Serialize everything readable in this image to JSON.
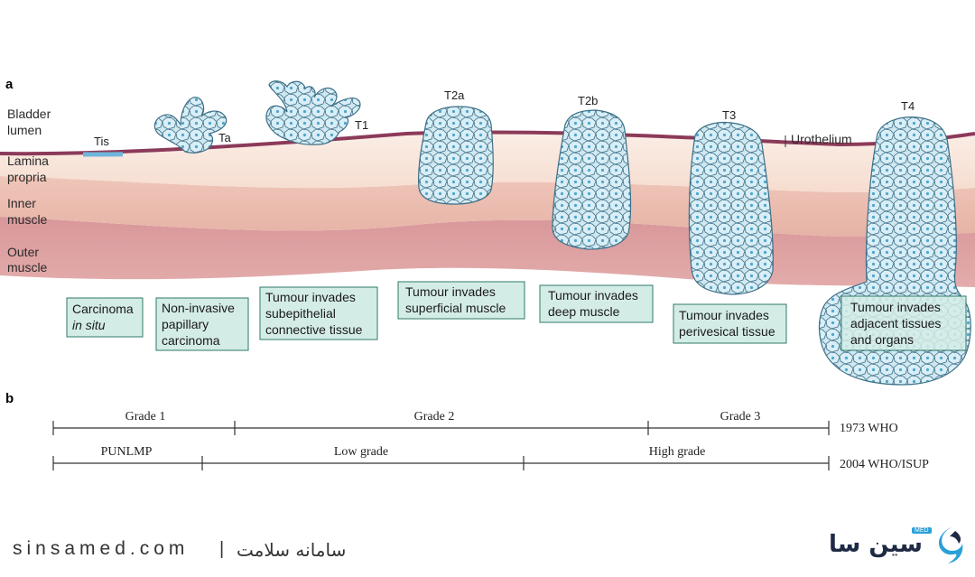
{
  "panels": {
    "a": "a",
    "b": "b"
  },
  "layers": {
    "bladder_lumen": [
      "Bladder",
      "lumen"
    ],
    "lamina_propria": [
      "Lamina",
      "propria"
    ],
    "inner_muscle": [
      "Inner",
      "muscle"
    ],
    "outer_muscle": [
      "Outer",
      "muscle"
    ],
    "urothelium": "Urothelium"
  },
  "stages": [
    "Tis",
    "Ta",
    "T1",
    "T2a",
    "T2b",
    "T3",
    "T4"
  ],
  "descriptions": [
    {
      "lines": [
        "Carcinoma",
        "in situ"
      ]
    },
    {
      "lines": [
        "Non-invasive",
        "papillary",
        "carcinoma"
      ]
    },
    {
      "lines": [
        "Tumour invades",
        "subepithelial",
        "connective tissue"
      ]
    },
    {
      "lines": [
        "Tumour invades",
        "superficial muscle"
      ]
    },
    {
      "lines": [
        "Tumour invades",
        "deep muscle"
      ]
    },
    {
      "lines": [
        "Tumour invades",
        "perivesical tissue"
      ]
    },
    {
      "lines": [
        "Tumour invades",
        "adjacent tissues",
        "and organs"
      ]
    }
  ],
  "grading": {
    "who1973": {
      "system": "1973 WHO",
      "grades": [
        "Grade 1",
        "Grade 2",
        "Grade 3"
      ]
    },
    "who2004": {
      "system": "2004 WHO/ISUP",
      "grades": [
        "PUNLMP",
        "Low grade",
        "High grade"
      ]
    }
  },
  "footer": {
    "site": "sinsamed.com",
    "separator": "|",
    "tagline": "سامانه سلامت",
    "brand": "سین سا",
    "brand_tag": "MED"
  },
  "colors": {
    "urothelium": "#8c3a5a",
    "tis": "#6fb6dd",
    "cell_fill": "#cfe8f2",
    "cell_stroke": "#3d6f86",
    "box_fill": "#d4ece6",
    "box_stroke": "#2e7a6a"
  }
}
